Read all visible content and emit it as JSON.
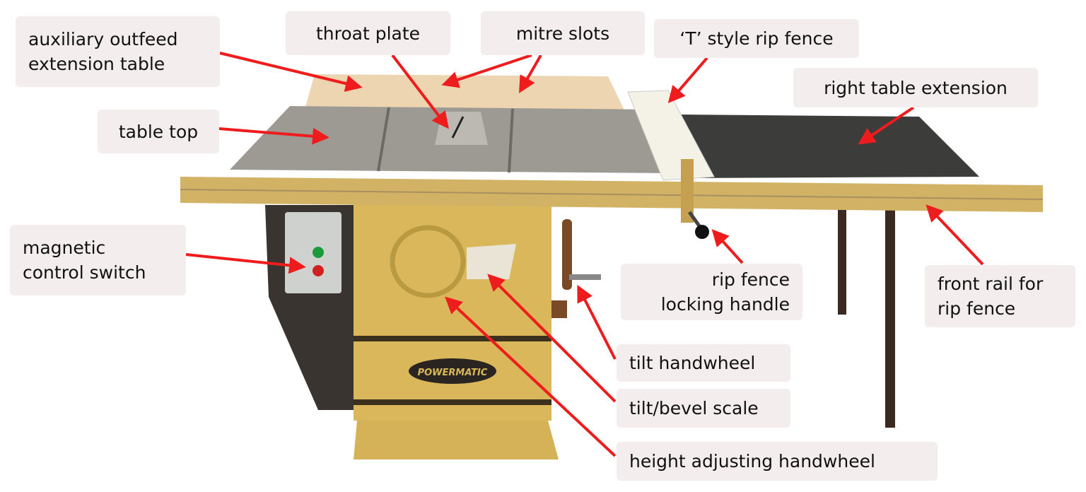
{
  "labels": {
    "auxiliary_outfeed": "auxiliary outfeed\nextension table",
    "throat_plate": "throat plate",
    "mitre_slots": "mitre slots",
    "rip_fence": "‘T’ style rip fence",
    "right_extension": "right table extension",
    "table_top": "table top",
    "magnetic_switch": "magnetic\ncontrol switch",
    "locking_handle": "rip fence\nlocking handle",
    "front_rail": "front rail for\nrip fence",
    "tilt_handwheel": "tilt handwheel",
    "bevel_scale": "tilt/bevel scale",
    "height_handwheel": "height adjusting handwheel"
  },
  "brand_logo": "POWERMATIC",
  "colors": {
    "arrow": "#ee1c1c",
    "label_bg": "#f3eeed",
    "cabinet": "#d9b75a"
  }
}
